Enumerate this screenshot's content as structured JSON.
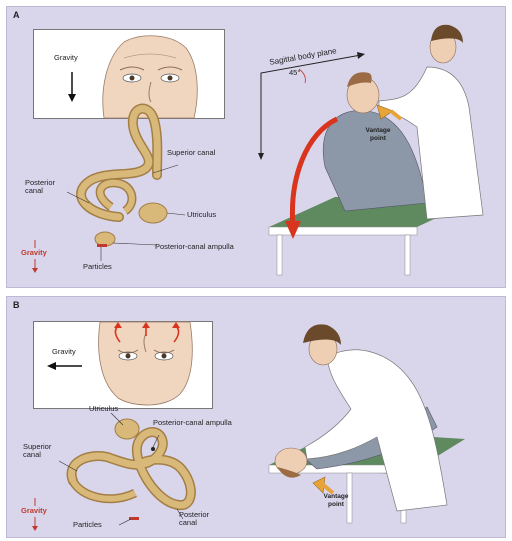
{
  "panel_a": {
    "label": "A",
    "inset_gravity": "Gravity",
    "superior_canal": "Superior canal",
    "posterior_canal": "Posterior canal",
    "utriculus": "Utriculus",
    "ampulla": "Posterior-canal ampulla",
    "particles": "Particles",
    "gravity": "Gravity",
    "sagittal_plane": "Sagittal body plane",
    "angle": "45°",
    "vantage": "Vantage point"
  },
  "panel_b": {
    "label": "B",
    "inset_gravity": "Gravity",
    "utriculus": "Utriculus",
    "superior_canal": "Superior canal",
    "ampulla": "Posterior-canal ampulla",
    "particles": "Particles",
    "posterior_canal": "Posterior canal",
    "gravity": "Gravity",
    "vantage": "Vantage point"
  },
  "colors": {
    "panel_bg": "#d9d6ec",
    "canal": "#d9b97a",
    "arrow_red": "#d9351e",
    "vantage_arrow": "#e8a43a"
  }
}
